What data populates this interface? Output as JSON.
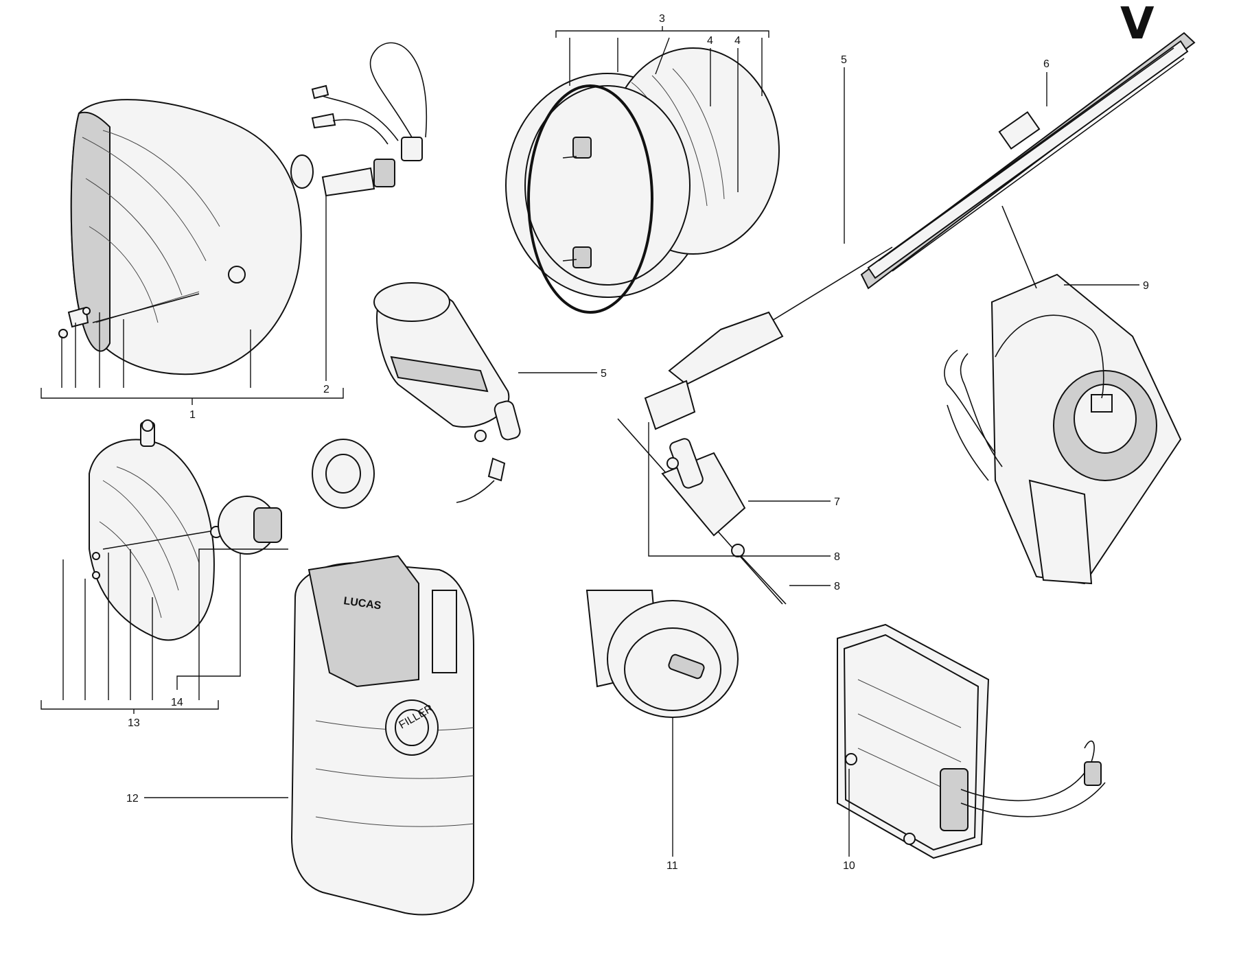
{
  "diagram": {
    "section_letter": "V",
    "callouts": [
      {
        "id": "c1",
        "label": "1"
      },
      {
        "id": "c2",
        "label": "2"
      },
      {
        "id": "c3",
        "label": "3"
      },
      {
        "id": "c4a",
        "label": "4"
      },
      {
        "id": "c4b",
        "label": "4"
      },
      {
        "id": "c5a",
        "label": "5"
      },
      {
        "id": "c5b",
        "label": "5"
      },
      {
        "id": "c6",
        "label": "6"
      },
      {
        "id": "c7",
        "label": "7"
      },
      {
        "id": "c8a",
        "label": "8"
      },
      {
        "id": "c8b",
        "label": "8"
      },
      {
        "id": "c9",
        "label": "9"
      },
      {
        "id": "c10",
        "label": "10"
      },
      {
        "id": "c11",
        "label": "11"
      },
      {
        "id": "c12",
        "label": "12"
      },
      {
        "id": "c13",
        "label": "13"
      },
      {
        "id": "c14",
        "label": "14"
      }
    ],
    "parts": [
      {
        "id": "headlamp",
        "icon": "headlamp-icon"
      },
      {
        "id": "headlamp-bulb-harness",
        "icon": "bulb-harness-icon"
      },
      {
        "id": "instrument-gauge",
        "icon": "gauge-icon"
      },
      {
        "id": "ignition-coil",
        "icon": "coil-icon"
      },
      {
        "id": "wiper-arm-blade",
        "icon": "wiper-icon"
      },
      {
        "id": "wiper-spindle",
        "icon": "spindle-icon"
      },
      {
        "id": "wiper-motor",
        "icon": "motor-icon"
      },
      {
        "id": "auxiliary-lamp",
        "icon": "lamp-icon"
      },
      {
        "id": "washer-reservoir",
        "icon": "reservoir-icon"
      },
      {
        "id": "horn",
        "icon": "horn-icon"
      },
      {
        "id": "control-box",
        "icon": "control-box-icon"
      }
    ],
    "reservoir_text": {
      "line1": "LUCAS",
      "line2": "FILLER"
    }
  }
}
